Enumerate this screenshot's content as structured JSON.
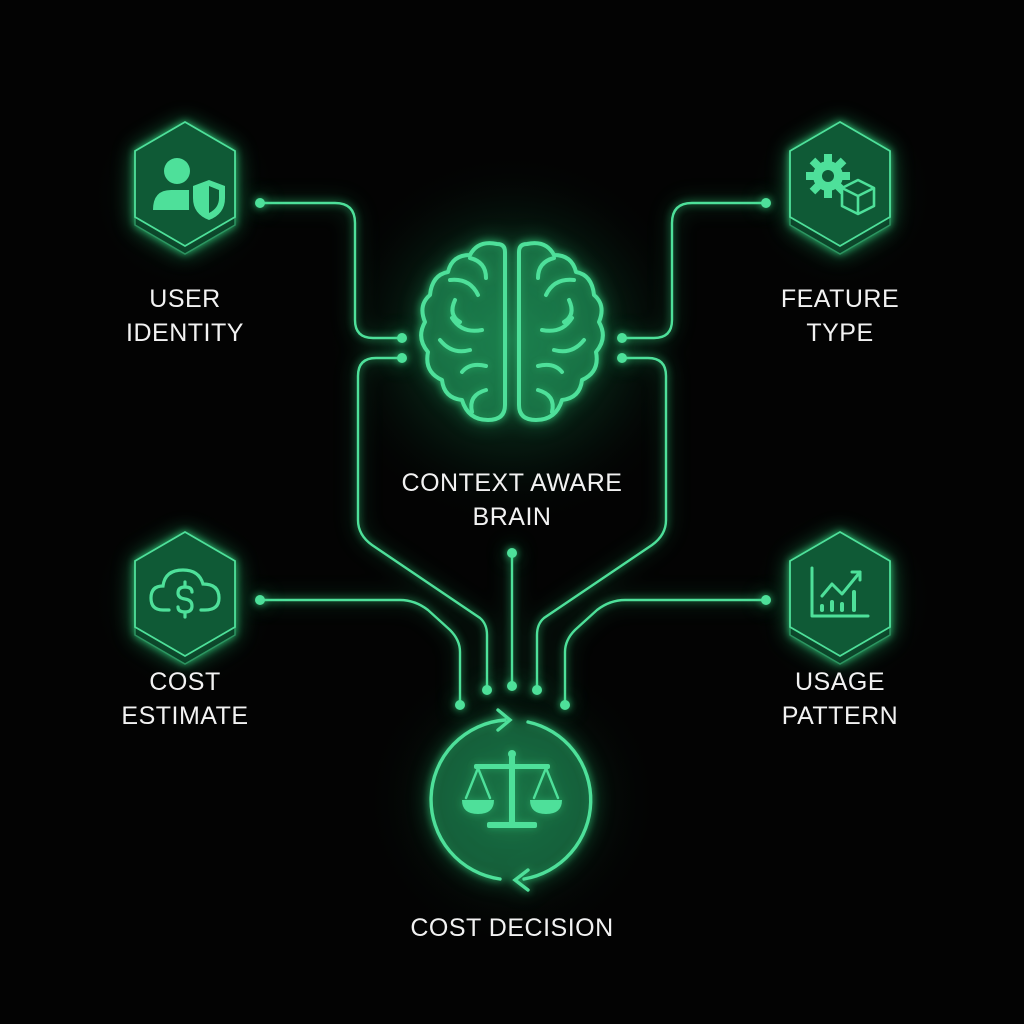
{
  "diagram": {
    "accent_color": "#4ee09a",
    "hex_fill_color": "#0f5a36",
    "background_color": "#030303",
    "center": {
      "label_line1": "CONTEXT AWARE",
      "label_line2": "BRAIN",
      "icon": "brain-icon"
    },
    "output": {
      "label": "COST DECISION",
      "icon": "balance-scale-icon",
      "ring_icon": "refresh-cycle-arrows-icon"
    },
    "inputs": [
      {
        "id": "user-identity",
        "line1": "USER",
        "line2": "IDENTITY",
        "icon": "user-shield-icon",
        "position": "top-left"
      },
      {
        "id": "feature-type",
        "line1": "FEATURE",
        "line2": "TYPE",
        "icon": "gear-cube-icon",
        "position": "top-right"
      },
      {
        "id": "cost-estimate",
        "line1": "COST",
        "line2": "ESTIMATE",
        "icon": "cloud-dollar-icon",
        "position": "bottom-left"
      },
      {
        "id": "usage-pattern",
        "line1": "USAGE",
        "line2": "PATTERN",
        "icon": "chart-trend-up-icon",
        "position": "bottom-right"
      }
    ]
  }
}
